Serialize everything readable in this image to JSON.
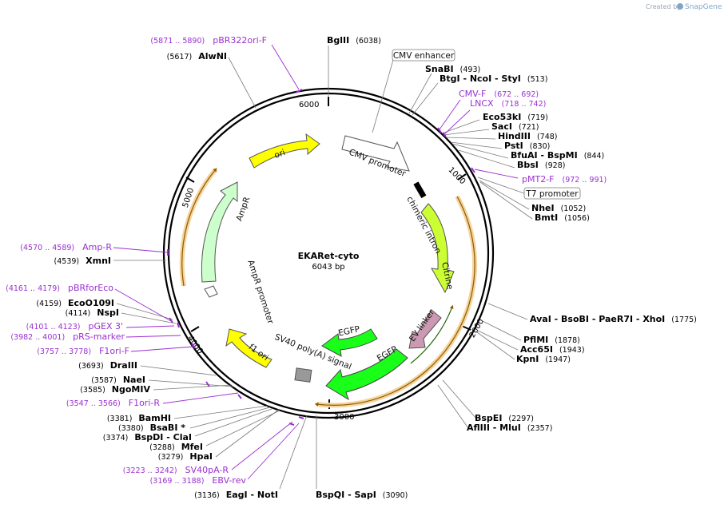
{
  "credit": {
    "created_by": "Created by",
    "brand": "SnapGene"
  },
  "plasmid": {
    "name": "EKARet-cyto",
    "size_label": "6043 bp"
  },
  "ticks": [
    "1000",
    "2000",
    "3000",
    "4000",
    "5000",
    "6000"
  ],
  "features": [
    {
      "id": "cmv-promoter",
      "label": "CMV promoter"
    },
    {
      "id": "chimeric-intron",
      "label": "chimeric intron"
    },
    {
      "id": "citrine",
      "label": "Citrine"
    },
    {
      "id": "ev-linker",
      "label": "EV linker"
    },
    {
      "id": "egfp-outer",
      "label": "EGFP"
    },
    {
      "id": "egfp-inner",
      "label": "EGFP"
    },
    {
      "id": "sv40-polya",
      "label": "SV40 poly(A) signal"
    },
    {
      "id": "f1-ori",
      "label": "f1 ori"
    },
    {
      "id": "ampr-promoter",
      "label": "AmpR promoter"
    },
    {
      "id": "ampr",
      "label": "AmpR"
    },
    {
      "id": "ori",
      "label": "ori"
    }
  ],
  "boxed_labels": [
    {
      "id": "cmv-enhancer",
      "label": "CMV enhancer"
    },
    {
      "id": "t7-promoter",
      "label": "T7 promoter"
    }
  ],
  "sites": [
    {
      "id": "bglII",
      "name": "BglII",
      "pos": "(6038)"
    },
    {
      "id": "snabi",
      "name": "SnaBI",
      "pos": "(493)"
    },
    {
      "id": "btgi",
      "name": "BtgI  - NcoI  - StyI",
      "pos": "(513)"
    },
    {
      "id": "eco53ki",
      "name": "Eco53kI",
      "pos": "(719)"
    },
    {
      "id": "saci",
      "name": "SacI",
      "pos": "(721)"
    },
    {
      "id": "hindiii",
      "name": "HindIII",
      "pos": "(748)"
    },
    {
      "id": "psti",
      "name": "PstI",
      "pos": "(830)"
    },
    {
      "id": "bfuai",
      "name": "BfuAI  - BspMI",
      "pos": "(844)"
    },
    {
      "id": "bbsi",
      "name": "BbsI",
      "pos": "(928)"
    },
    {
      "id": "nhei",
      "name": "NheI",
      "pos": "(1052)"
    },
    {
      "id": "bmti",
      "name": "BmtI",
      "pos": "(1056)"
    },
    {
      "id": "avai",
      "name": "AvaI  - BsoBI  - PaeR7I  - XhoI",
      "pos": "(1775)"
    },
    {
      "id": "pflmi",
      "name": "PflMI",
      "pos": "(1878)"
    },
    {
      "id": "acc65i",
      "name": "Acc65I",
      "pos": "(1943)"
    },
    {
      "id": "kpni",
      "name": "KpnI",
      "pos": "(1947)"
    },
    {
      "id": "bspei",
      "name": "BspEI",
      "pos": "(2297)"
    },
    {
      "id": "afliii",
      "name": "AflIII  - MluI",
      "pos": "(2357)"
    },
    {
      "id": "bspqi",
      "name": "BspQI  - SapI",
      "pos": "(3090)"
    },
    {
      "id": "eagi",
      "name": "EagI  - NotI",
      "pos": "(3136)"
    },
    {
      "id": "hpai",
      "name": "HpaI",
      "pos": "(3279)"
    },
    {
      "id": "mfei",
      "name": "MfeI",
      "pos": "(3288)"
    },
    {
      "id": "bspdi",
      "name": "BspDI  - ClaI",
      "pos": "(3374)"
    },
    {
      "id": "bsabi",
      "name": "BsaBI  *",
      "pos": "(3380)"
    },
    {
      "id": "bamhi",
      "name": "BamHI",
      "pos": "(3381)"
    },
    {
      "id": "ngomiv",
      "name": "NgoMIV",
      "pos": "(3585)"
    },
    {
      "id": "naei",
      "name": "NaeI",
      "pos": "(3587)"
    },
    {
      "id": "draiii",
      "name": "DraIII",
      "pos": "(3693)"
    },
    {
      "id": "nspi",
      "name": "NspI",
      "pos": "(4114)"
    },
    {
      "id": "eco0109i",
      "name": "EcoO109I",
      "pos": "(4159)"
    },
    {
      "id": "xmni",
      "name": "XmnI",
      "pos": "(4539)"
    },
    {
      "id": "alwni",
      "name": "AlwNI",
      "pos": "(5617)"
    }
  ],
  "primers": [
    {
      "id": "pbr322ori-f",
      "name": "pBR322ori-F",
      "pos": "(5871 .. 5890)"
    },
    {
      "id": "cmv-f",
      "name": "CMV-F",
      "pos": "(672 .. 692)"
    },
    {
      "id": "lncx",
      "name": "LNCX",
      "pos": "(718 .. 742)"
    },
    {
      "id": "pmt2-f",
      "name": "pMT2-F",
      "pos": "(972 .. 991)"
    },
    {
      "id": "amp-r",
      "name": "Amp-R",
      "pos": "(4570 .. 4589)"
    },
    {
      "id": "pbrforeco",
      "name": "pBRforEco",
      "pos": "(4161 .. 4179)"
    },
    {
      "id": "pgex3",
      "name": "pGEX 3'",
      "pos": "(4101 .. 4123)"
    },
    {
      "id": "prs-marker",
      "name": "pRS-marker",
      "pos": "(3982 .. 4001)"
    },
    {
      "id": "f1ori-f",
      "name": "F1ori-F",
      "pos": "(3757 .. 3778)"
    },
    {
      "id": "f1ori-r",
      "name": "F1ori-R",
      "pos": "(3547 .. 3566)"
    },
    {
      "id": "sv40pa-r",
      "name": "SV40pA-R",
      "pos": "(3223 .. 3242)"
    },
    {
      "id": "ebv-rev",
      "name": "EBV-rev",
      "pos": "(3169 .. 3188)"
    }
  ],
  "colors": {
    "backbone": "#000000",
    "cmv_promoter": "#ffffff",
    "citrine": "#ccff33",
    "ev_linker": "#cc99b3",
    "egfp": "#1aff1a",
    "sv40": "#999999",
    "f1_ori": "#ffff00",
    "ori": "#ffff00",
    "ampr": "#ccffcc",
    "orf": "#f2c27a",
    "primer": "#9b2fd1"
  }
}
